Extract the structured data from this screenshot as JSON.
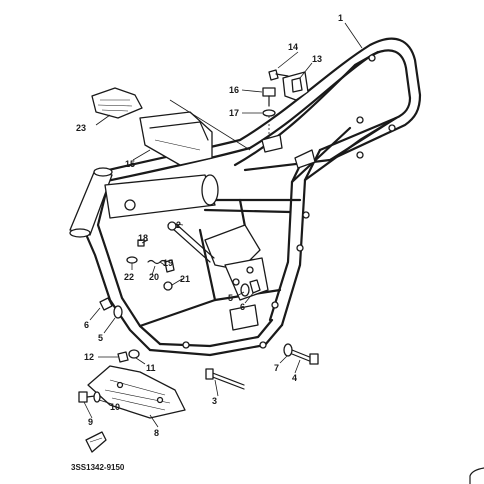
{
  "diagram": {
    "reference_code": "3SS1342-9150",
    "callouts": [
      {
        "id": "c1",
        "label": "1"
      },
      {
        "id": "c2",
        "label": "2"
      },
      {
        "id": "c3",
        "label": "3"
      },
      {
        "id": "c4",
        "label": "4"
      },
      {
        "id": "c5a",
        "label": "5"
      },
      {
        "id": "c5b",
        "label": "5"
      },
      {
        "id": "c6a",
        "label": "6"
      },
      {
        "id": "c6b",
        "label": "6"
      },
      {
        "id": "c7",
        "label": "7"
      },
      {
        "id": "c8",
        "label": "8"
      },
      {
        "id": "c9",
        "label": "9"
      },
      {
        "id": "c10",
        "label": "10"
      },
      {
        "id": "c11",
        "label": "11"
      },
      {
        "id": "c12",
        "label": "12"
      },
      {
        "id": "c13",
        "label": "13"
      },
      {
        "id": "c14",
        "label": "14"
      },
      {
        "id": "c15",
        "label": "15"
      },
      {
        "id": "c16",
        "label": "16"
      },
      {
        "id": "c17",
        "label": "17"
      },
      {
        "id": "c18",
        "label": "18"
      },
      {
        "id": "c19",
        "label": "19"
      },
      {
        "id": "c20",
        "label": "20"
      },
      {
        "id": "c21",
        "label": "21"
      },
      {
        "id": "c22",
        "label": "22"
      },
      {
        "id": "c23",
        "label": "23"
      }
    ]
  }
}
